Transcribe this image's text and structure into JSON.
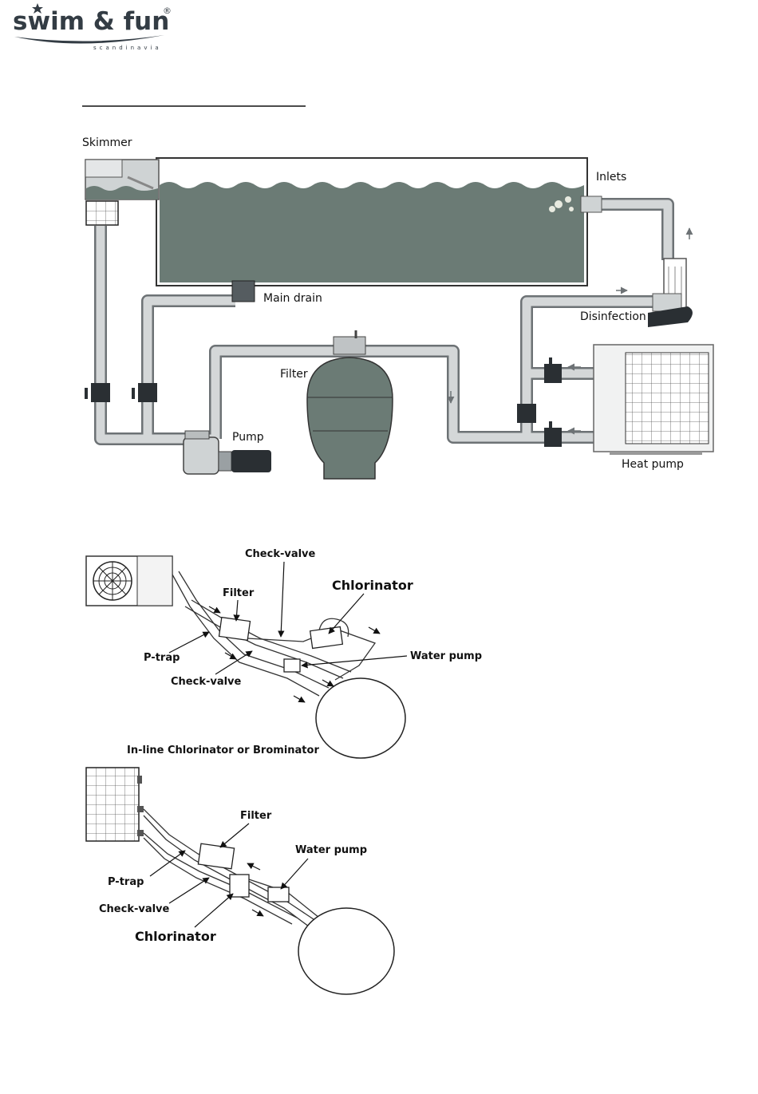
{
  "logo": {
    "brand": "swim & fun",
    "registered": "®",
    "tagline": "scandinavia"
  },
  "diagram1": {
    "labels": {
      "skimmer": "Skimmer",
      "inlets": "Inlets",
      "main_drain": "Main drain",
      "disinfection": "Disinfection",
      "filter": "Filter",
      "pump": "Pump",
      "heat_pump": "Heat pump"
    }
  },
  "diagram2": {
    "labels": {
      "check_valve_top": "Check-valve",
      "chlorinator": "Chlorinator",
      "filter": "Filter",
      "p_trap": "P-trap",
      "water_pump": "Water pump",
      "check_valve_bottom": "Check-valve",
      "caption": "In-line Chlorinator or Brominator"
    }
  },
  "diagram3": {
    "labels": {
      "filter": "Filter",
      "water_pump": "Water pump",
      "p_trap": "P-trap",
      "check_valve": "Check-valve",
      "chlorinator": "Chlorinator"
    }
  },
  "colors": {
    "water": "#6b7b75",
    "pipe": "#d4d7d8",
    "pipe_edge": "#6d7275",
    "dark": "#2a2f33"
  }
}
